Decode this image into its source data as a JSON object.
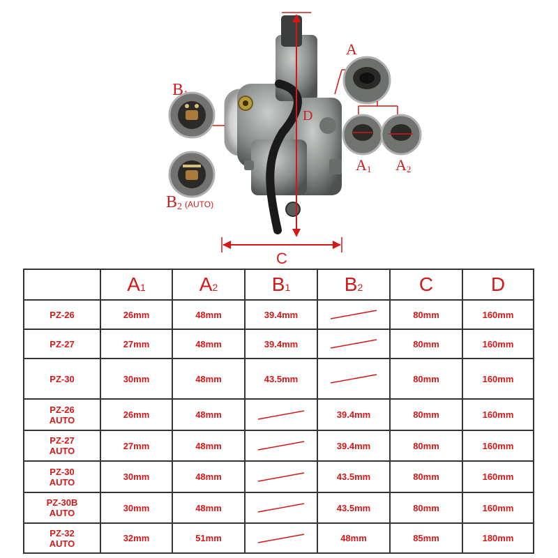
{
  "diagram": {
    "label_a": "A",
    "label_b1_main": "B",
    "label_b1_sub": "1",
    "label_b2_main": "B",
    "label_b2_sub": "2",
    "label_b2_note": "(AUTO)",
    "label_a1_main": "A",
    "label_a1_sub": "1",
    "label_a2_main": "A",
    "label_a2_sub": "2",
    "label_c": "C",
    "label_d": "D"
  },
  "table": {
    "headers": [
      {
        "main": "",
        "sub": ""
      },
      {
        "main": "A",
        "sub": "1"
      },
      {
        "main": "A",
        "sub": "2"
      },
      {
        "main": "B",
        "sub": "1"
      },
      {
        "main": "B",
        "sub": "2"
      },
      {
        "main": "C",
        "sub": ""
      },
      {
        "main": "D",
        "sub": ""
      }
    ],
    "rows": [
      {
        "model_line1": "PZ-26",
        "model_line2": "",
        "a1": "26mm",
        "a2": "48mm",
        "b1": "39.4mm",
        "b2": "",
        "c": "80mm",
        "d": "160mm"
      },
      {
        "model_line1": "PZ-27",
        "model_line2": "",
        "a1": "27mm",
        "a2": "48mm",
        "b1": "39.4mm",
        "b2": "",
        "c": "80mm",
        "d": "160mm"
      },
      {
        "model_line1": "PZ-30",
        "model_line2": "",
        "a1": "30mm",
        "a2": "48mm",
        "b1": "43.5mm",
        "b2": "",
        "c": "80mm",
        "d": "160mm"
      },
      {
        "model_line1": "PZ-26",
        "model_line2": "AUTO",
        "a1": "26mm",
        "a2": "48mm",
        "b1": "",
        "b2": "39.4mm",
        "c": "80mm",
        "d": "160mm"
      },
      {
        "model_line1": "PZ-27",
        "model_line2": "AUTO",
        "a1": "27mm",
        "a2": "48mm",
        "b1": "",
        "b2": "39.4mm",
        "c": "80mm",
        "d": "160mm"
      },
      {
        "model_line1": "PZ-30",
        "model_line2": "AUTO",
        "a1": "30mm",
        "a2": "48mm",
        "b1": "",
        "b2": "43.5mm",
        "c": "80mm",
        "d": "160mm"
      },
      {
        "model_line1": "PZ-30B",
        "model_line2": "AUTO",
        "a1": "30mm",
        "a2": "48mm",
        "b1": "",
        "b2": "43.5mm",
        "c": "80mm",
        "d": "160mm"
      },
      {
        "model_line1": "PZ-32",
        "model_line2": "AUTO",
        "a1": "32mm",
        "a2": "51mm",
        "b1": "",
        "b2": "48mm",
        "c": "85mm",
        "d": "180mm"
      }
    ]
  },
  "colors": {
    "accent": "#d41818",
    "grid": "#333333",
    "metal": "#8a8d8a",
    "hose": "#1a1a1a"
  }
}
